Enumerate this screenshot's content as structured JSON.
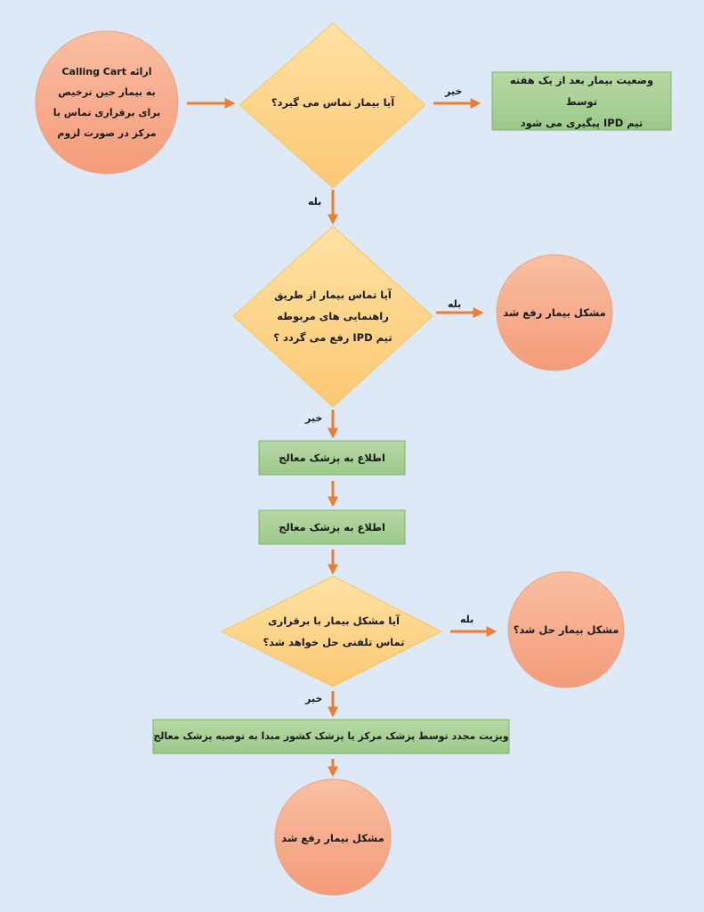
{
  "colors": {
    "background": "#dde9f6",
    "circle_fill_top": "#f9bfa2",
    "circle_fill_bottom": "#f49b79",
    "circle_stroke": "#e6a587",
    "diamond_fill_top": "#ffe2a3",
    "diamond_fill_bottom": "#fcc873",
    "diamond_stroke": "#f5c766",
    "box_fill_top": "#b7d9a5",
    "box_fill_bottom": "#9cc98a",
    "box_stroke": "#7fb368",
    "arrow": "#ed7d31"
  },
  "nodes": {
    "start_circle": "ارائه Calling Cart\nبه بیمار حین ترخیص\nبرای برقراری تماس با\nمرکز در صورت لزوم",
    "decision_contact": "آیا بیمار تماس می گیرد؟",
    "followup_box": "وضعیت بیمار بعد از یک هفته توسط\nتیم IPD پیگیری می شود",
    "decision_resolved": "آیا تماس بیمار از طریق\nراهنمایی های مربوطه\nتیم IPD رفع می گردد ؟",
    "resolved_circle_1": "مشکل بیمار رفع شد",
    "notify_box_1": "اطلاع به پزشک معالج",
    "notify_box_2": "اطلاع به پزشک معالج",
    "decision_phone": "آیا مشکل بیمار با برقراری\nتماس تلفنی حل خواهد شد؟",
    "solved_circle": "مشکل بیمار حل شد؟",
    "revisit_box": "ویزیت مجدد توسط پزشک مرکز یا پزشک کشور مبدا به توصیه پزشک معالج",
    "resolved_circle_2": "مشکل بیمار رفع شد"
  },
  "edge_labels": {
    "contact_no": "خیر",
    "contact_yes": "بله",
    "resolved_yes": "بله",
    "resolved_no": "خیر",
    "phone_yes": "بله",
    "phone_no": "خیر"
  }
}
